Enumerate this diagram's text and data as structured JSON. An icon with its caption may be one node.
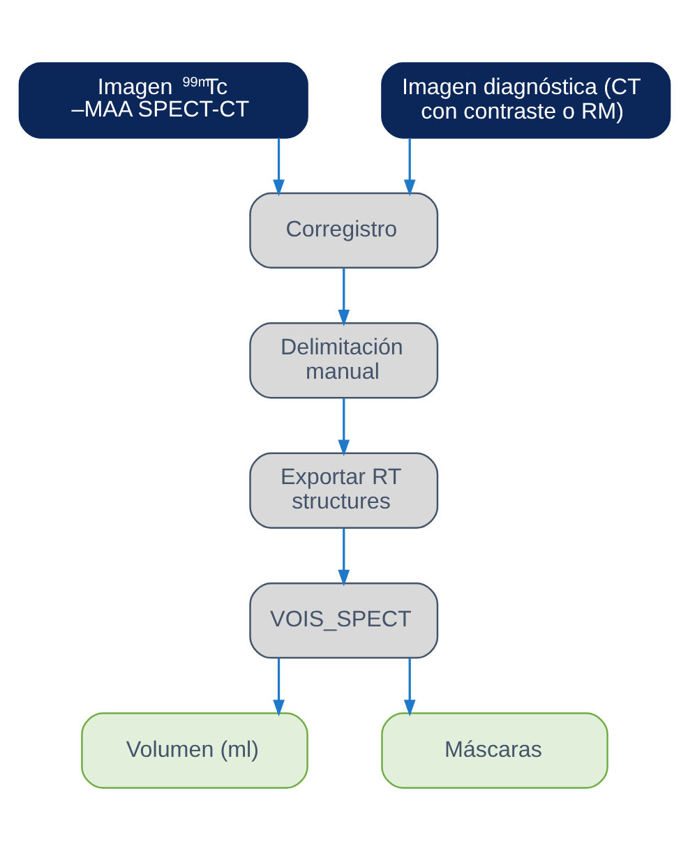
{
  "diagram": {
    "nodes": [
      {
        "text": [
          "Imagen $^{99m}$Tc –MAA SPECT-CT"
        ]
      },
      {
        "text": [
          "Imagen diagnóstica (CT con contraste o RM)"
        ]
      },
      {
        "text": [
          "Corregistro"
        ]
      },
      {
        "text": [
          "Delimitación manual"
        ]
      },
      {
        "text": [
          "Exportar RT structures"
        ]
      },
      {
        "text": [
          "VOIS_SPECT"
        ]
      },
      {
        "text": [
          "Volumen (ml)"
        ]
      },
      {
        "text": [
          "Máscaras"
        ]
      }
    ],
    "edges": [
      {
        "from": 0,
        "to": 2,
        "arrow": "to"
      },
      {
        "from": 1,
        "to": 2,
        "arrow": "to"
      },
      {
        "from": 2,
        "to": 3,
        "arrow": "to"
      },
      {
        "from": 3,
        "to": 4,
        "arrow": "to"
      },
      {
        "from": 4,
        "to": 5,
        "arrow": "to"
      },
      {
        "from": 5,
        "to": 6,
        "arrow": "to"
      },
      {
        "from": 5,
        "to": 7,
        "arrow": "to"
      }
    ]
  }
}
